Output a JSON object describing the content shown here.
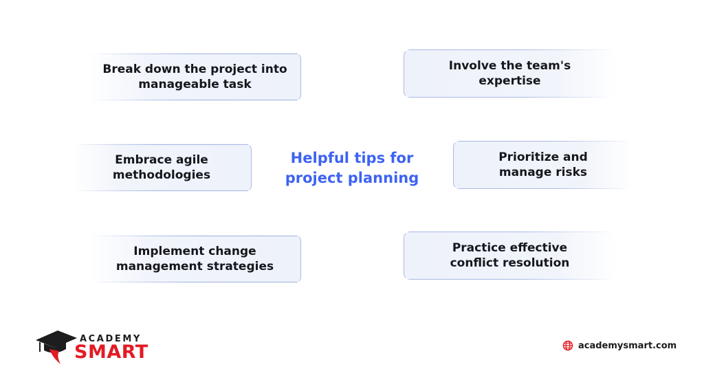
{
  "center_title": "Helpful tips for\nproject planning",
  "tips": [
    {
      "label": "Break down the project into\nmanageable task"
    },
    {
      "label": "Involve the team's\nexpertise"
    },
    {
      "label": "Embrace agile\nmethodologies"
    },
    {
      "label": "Prioritize and\nmanage risks"
    },
    {
      "label": "Implement change\nmanagement strategies"
    },
    {
      "label": "Practice effective\nconflict resolution"
    }
  ],
  "logo": {
    "academy": "ACADEMY",
    "smart": "SMART"
  },
  "website": {
    "icon": "globe-icon",
    "label": "academysmart.com"
  },
  "colors": {
    "title": "#3d63f2",
    "box_border": "#a9b9e4",
    "box_fill": "#eef2fb",
    "brand_red": "#e21b24"
  }
}
